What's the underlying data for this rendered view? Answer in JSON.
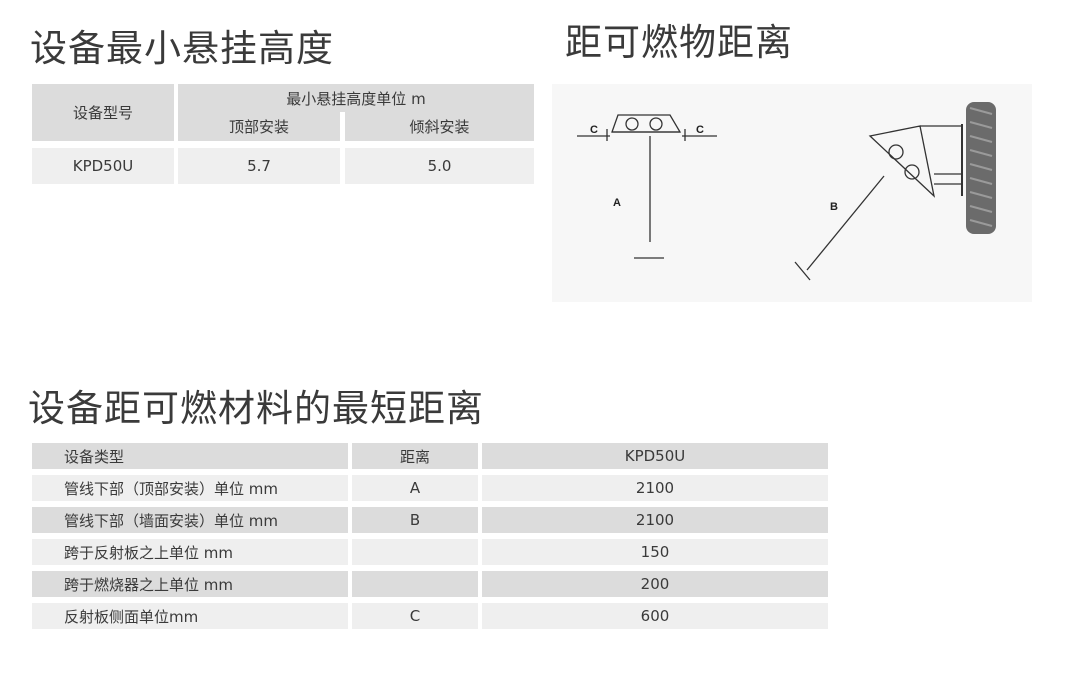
{
  "section1": {
    "title": "设备最小悬挂高度",
    "table": {
      "col1_header": "设备型号",
      "group_header": "最小悬挂高度单位 m",
      "sub_headers": [
        "顶部安装",
        "倾斜安装"
      ],
      "row": {
        "model": "KPD50U",
        "top_mount": "5.7",
        "tilt_mount": "5.0"
      }
    }
  },
  "section2": {
    "title": "距可燃物距离",
    "labels": {
      "c_left": "C",
      "c_right": "C",
      "a": "A",
      "b": "B"
    }
  },
  "section3": {
    "title": "设备距可燃材料的最短距离",
    "headers": [
      "设备类型",
      "距离",
      "KPD50U"
    ],
    "rows": [
      {
        "type": "管线下部（顶部安装）单位 mm",
        "distance": "A",
        "value": "2100"
      },
      {
        "type": "管线下部（墙面安装）单位 mm",
        "distance": "B",
        "value": "2100"
      },
      {
        "type": "跨于反射板之上单位 mm",
        "distance": "",
        "value": "150"
      },
      {
        "type": "跨于燃烧器之上单位 mm",
        "distance": "",
        "value": "200"
      },
      {
        "type": "反射板侧面单位mm",
        "distance": "C",
        "value": "600"
      }
    ]
  }
}
